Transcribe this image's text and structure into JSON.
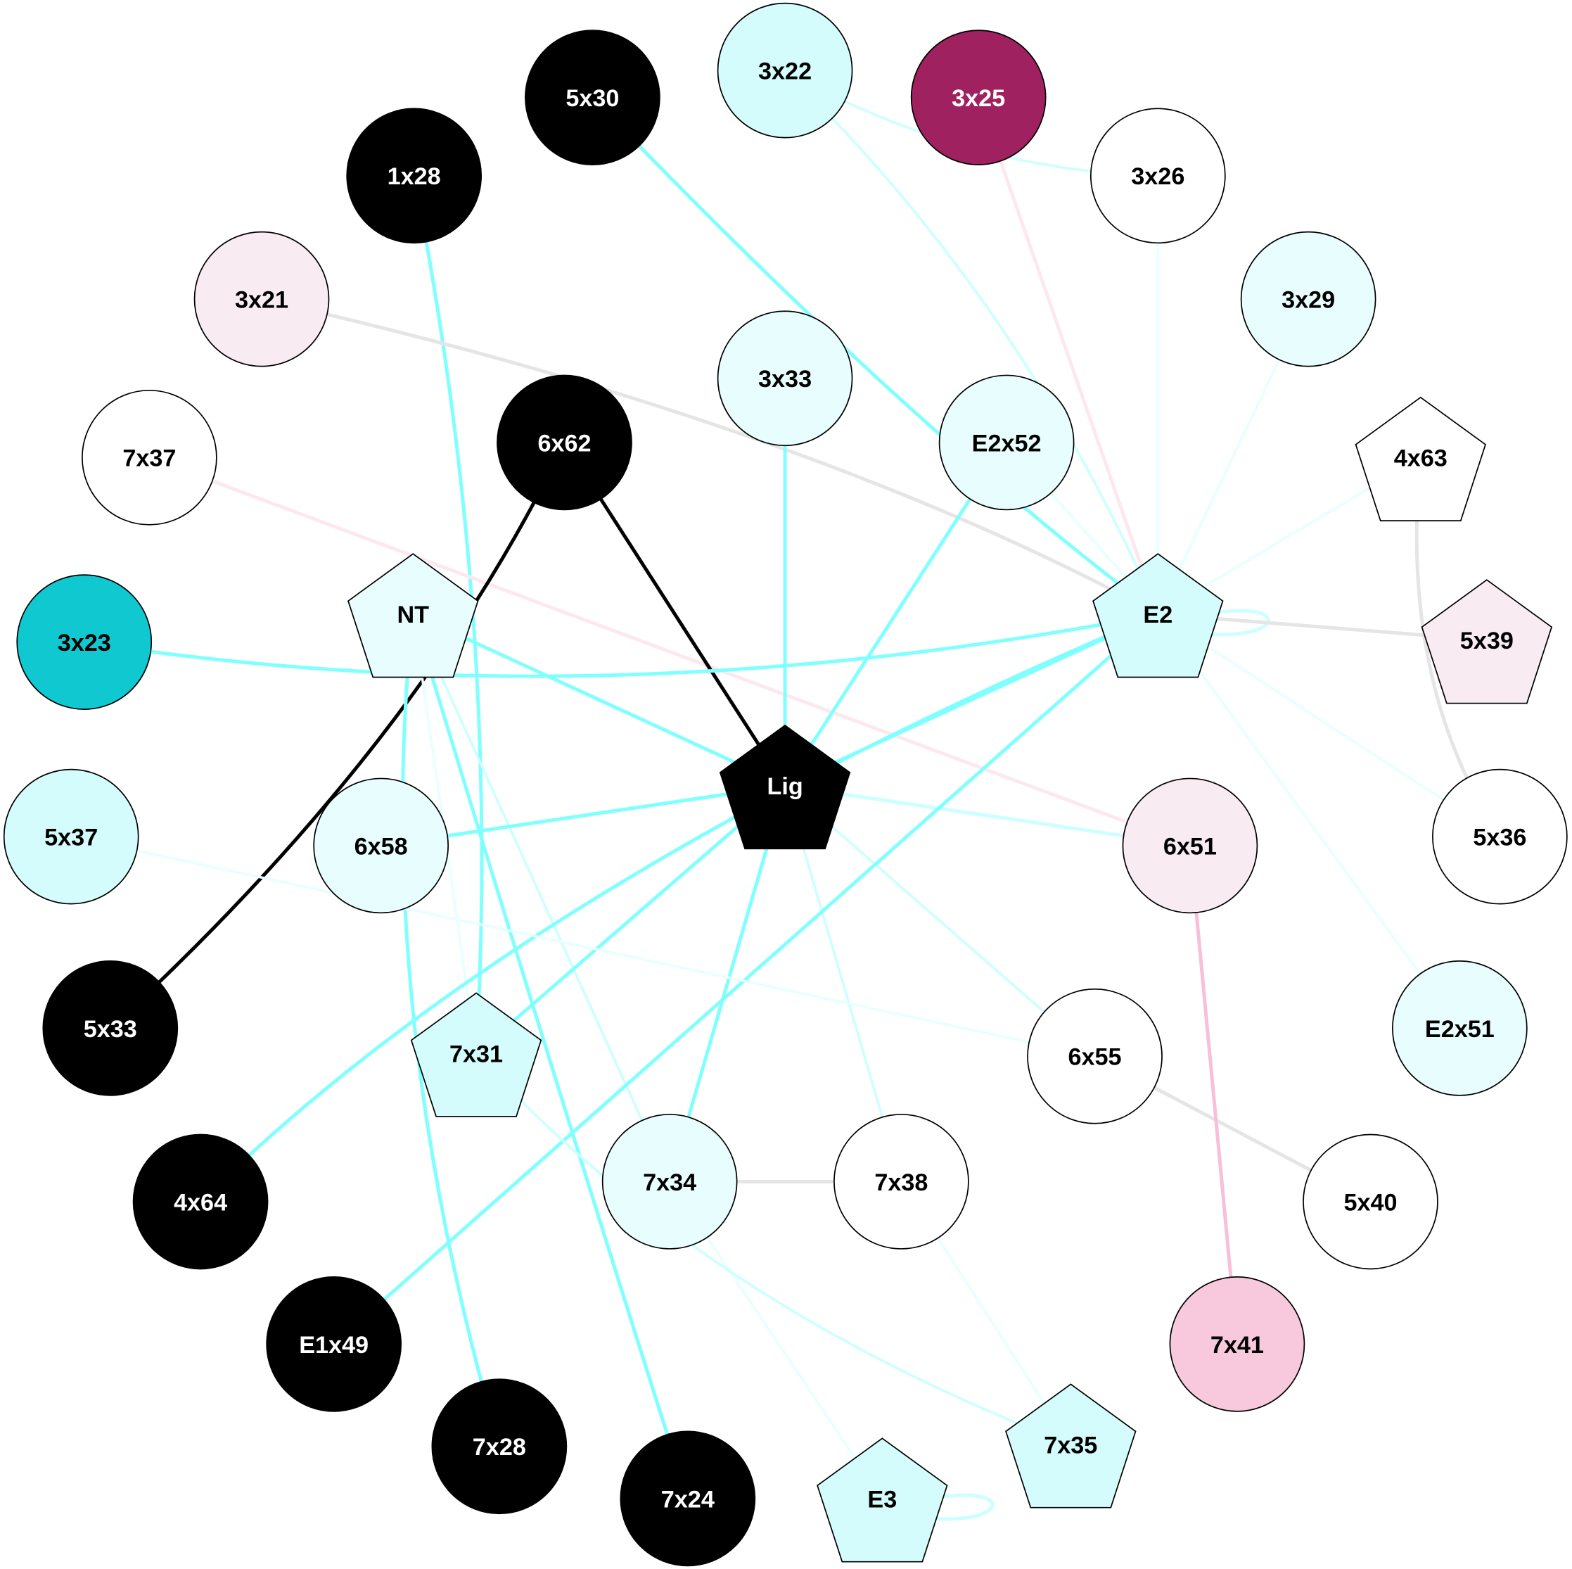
{
  "colors": {
    "cyan_strong": "#80ffff",
    "cyan_light": "#ccffff",
    "cyan_faint": "#e6ffff",
    "gray": "#e5e5e5",
    "black": "#000000",
    "pink_faint": "#fce8ee",
    "pink": "#f8c0d8"
  },
  "nodes": [
    {
      "id": "3x22",
      "label": "3x22",
      "shape": "circle",
      "fill": "#d4fcfc",
      "text": "#000"
    },
    {
      "id": "3x25",
      "label": "3x25",
      "shape": "circle",
      "fill": "#a0215f",
      "text": "#fff"
    },
    {
      "id": "5x30",
      "label": "5x30",
      "shape": "circle",
      "fill": "#000000",
      "text": "#fff"
    },
    {
      "id": "1x28",
      "label": "1x28",
      "shape": "circle",
      "fill": "#000000",
      "text": "#fff"
    },
    {
      "id": "3x26",
      "label": "3x26",
      "shape": "circle",
      "fill": "#ffffff",
      "text": "#000"
    },
    {
      "id": "3x21",
      "label": "3x21",
      "shape": "circle",
      "fill": "#f9ebf2",
      "text": "#000"
    },
    {
      "id": "3x29",
      "label": "3x29",
      "shape": "circle",
      "fill": "#e8fefe",
      "text": "#000"
    },
    {
      "id": "3x33",
      "label": "3x33",
      "shape": "circle",
      "fill": "#e8fefe",
      "text": "#000"
    },
    {
      "id": "6x62",
      "label": "6x62",
      "shape": "circle",
      "fill": "#000000",
      "text": "#fff"
    },
    {
      "id": "E2x52",
      "label": "E2x52",
      "shape": "circle",
      "fill": "#e8fefe",
      "text": "#000"
    },
    {
      "id": "7x37",
      "label": "7x37",
      "shape": "circle",
      "fill": "#ffffff",
      "text": "#000"
    },
    {
      "id": "4x63",
      "label": "4x63",
      "shape": "pentagon",
      "fill": "#ffffff",
      "text": "#000"
    },
    {
      "id": "NT",
      "label": "NT",
      "shape": "pentagon",
      "fill": "#e8fefe",
      "text": "#000"
    },
    {
      "id": "E2",
      "label": "E2",
      "shape": "pentagon",
      "fill": "#d4fcfc",
      "text": "#000"
    },
    {
      "id": "3x23",
      "label": "3x23",
      "shape": "circle",
      "fill": "#10c8d0",
      "text": "#000"
    },
    {
      "id": "5x39",
      "label": "5x39",
      "shape": "pentagon",
      "fill": "#f9ebf2",
      "text": "#000"
    },
    {
      "id": "Lig",
      "label": "Lig",
      "shape": "pentagon",
      "fill": "#000000",
      "text": "#fff"
    },
    {
      "id": "5x37",
      "label": "5x37",
      "shape": "circle",
      "fill": "#d4fcfc",
      "text": "#000"
    },
    {
      "id": "6x58",
      "label": "6x58",
      "shape": "circle",
      "fill": "#e8fefe",
      "text": "#000"
    },
    {
      "id": "6x51",
      "label": "6x51",
      "shape": "circle",
      "fill": "#f9ebf2",
      "text": "#000"
    },
    {
      "id": "5x36",
      "label": "5x36",
      "shape": "circle",
      "fill": "#ffffff",
      "text": "#000"
    },
    {
      "id": "5x33",
      "label": "5x33",
      "shape": "circle",
      "fill": "#000000",
      "text": "#fff"
    },
    {
      "id": "7x31",
      "label": "7x31",
      "shape": "pentagon",
      "fill": "#d4fcfc",
      "text": "#000"
    },
    {
      "id": "6x55",
      "label": "6x55",
      "shape": "circle",
      "fill": "#ffffff",
      "text": "#000"
    },
    {
      "id": "E2x51",
      "label": "E2x51",
      "shape": "circle",
      "fill": "#e8fefe",
      "text": "#000"
    },
    {
      "id": "4x64",
      "label": "4x64",
      "shape": "circle",
      "fill": "#000000",
      "text": "#fff"
    },
    {
      "id": "7x34",
      "label": "7x34",
      "shape": "circle",
      "fill": "#e8fefe",
      "text": "#000"
    },
    {
      "id": "7x38",
      "label": "7x38",
      "shape": "circle",
      "fill": "#ffffff",
      "text": "#000"
    },
    {
      "id": "5x40",
      "label": "5x40",
      "shape": "circle",
      "fill": "#ffffff",
      "text": "#000"
    },
    {
      "id": "E1x49",
      "label": "E1x49",
      "shape": "circle",
      "fill": "#000000",
      "text": "#fff"
    },
    {
      "id": "7x41",
      "label": "7x41",
      "shape": "circle",
      "fill": "#f8c8dc",
      "text": "#000"
    },
    {
      "id": "7x28",
      "label": "7x28",
      "shape": "circle",
      "fill": "#000000",
      "text": "#fff"
    },
    {
      "id": "7x35",
      "label": "7x35",
      "shape": "pentagon",
      "fill": "#d4fcfc",
      "text": "#000"
    },
    {
      "id": "7x24",
      "label": "7x24",
      "shape": "circle",
      "fill": "#000000",
      "text": "#fff"
    },
    {
      "id": "E3",
      "label": "E3",
      "shape": "pentagon",
      "fill": "#d4fcfc",
      "text": "#000"
    }
  ],
  "edges": [
    {
      "from": "5x30",
      "to": "E2",
      "color": "cyan_strong",
      "weight": "strong"
    },
    {
      "from": "1x28",
      "to": "7x31",
      "color": "cyan_strong",
      "weight": "strong"
    },
    {
      "from": "3x21",
      "to": "E2",
      "color": "gray",
      "weight": "strong"
    },
    {
      "from": "7x37",
      "to": "6x51",
      "color": "pink_faint",
      "weight": "strong"
    },
    {
      "from": "3x22",
      "to": "E2",
      "color": "cyan_light",
      "weight": "light"
    },
    {
      "from": "3x22",
      "to": "3x26",
      "color": "cyan_light",
      "weight": "light"
    },
    {
      "from": "3x25",
      "to": "E2",
      "color": "pink_faint",
      "weight": "strong"
    },
    {
      "from": "3x26",
      "to": "E2",
      "color": "cyan_faint",
      "weight": "light"
    },
    {
      "from": "3x29",
      "to": "E2",
      "color": "cyan_faint",
      "weight": "light"
    },
    {
      "from": "3x33",
      "to": "Lig",
      "color": "cyan_strong",
      "weight": "strong"
    },
    {
      "from": "6x62",
      "to": "Lig",
      "color": "black",
      "weight": "strong"
    },
    {
      "from": "6x62",
      "to": "5x33",
      "color": "black",
      "weight": "strong"
    },
    {
      "from": "E2x52",
      "to": "Lig",
      "color": "cyan_strong",
      "weight": "strong"
    },
    {
      "from": "E2x52",
      "to": "E2",
      "color": "cyan_faint",
      "weight": "light"
    },
    {
      "from": "4x63",
      "to": "E2",
      "color": "cyan_faint",
      "weight": "light"
    },
    {
      "from": "4x63",
      "to": "5x36",
      "color": "gray",
      "weight": "strong"
    },
    {
      "from": "3x23",
      "to": "E2",
      "color": "cyan_strong",
      "weight": "strong"
    },
    {
      "from": "E2",
      "to": "E2",
      "color": "cyan_light",
      "weight": "strong"
    },
    {
      "from": "E2",
      "to": "5x39",
      "color": "gray",
      "weight": "strong"
    },
    {
      "from": "NT",
      "to": "Lig",
      "color": "cyan_strong",
      "weight": "strong"
    },
    {
      "from": "NT",
      "to": "7x24",
      "color": "cyan_strong",
      "weight": "strong"
    },
    {
      "from": "NT",
      "to": "7x28",
      "color": "cyan_strong",
      "weight": "strong"
    },
    {
      "from": "NT",
      "to": "7x34",
      "color": "cyan_light",
      "weight": "light"
    },
    {
      "from": "NT",
      "to": "7x31",
      "color": "cyan_faint",
      "weight": "light"
    },
    {
      "from": "Lig",
      "to": "E2",
      "color": "cyan_strong",
      "weight": "strong"
    },
    {
      "from": "Lig",
      "to": "6x58",
      "color": "cyan_strong",
      "weight": "strong"
    },
    {
      "from": "Lig",
      "to": "7x31",
      "color": "cyan_strong",
      "weight": "strong"
    },
    {
      "from": "Lig",
      "to": "7x34",
      "color": "cyan_strong",
      "weight": "strong"
    },
    {
      "from": "Lig",
      "to": "6x51",
      "color": "cyan_light",
      "weight": "strong"
    },
    {
      "from": "Lig",
      "to": "6x55",
      "color": "cyan_light",
      "weight": "light"
    },
    {
      "from": "Lig",
      "to": "7x38",
      "color": "cyan_light",
      "weight": "light"
    },
    {
      "from": "E2",
      "to": "4x64",
      "color": "cyan_strong",
      "weight": "strong"
    },
    {
      "from": "E2",
      "to": "E1x49",
      "color": "cyan_strong",
      "weight": "strong"
    },
    {
      "from": "E2",
      "to": "5x36",
      "color": "cyan_faint",
      "weight": "light"
    },
    {
      "from": "E2",
      "to": "E2x51",
      "color": "cyan_faint",
      "weight": "light"
    },
    {
      "from": "5x37",
      "to": "6x55",
      "color": "cyan_faint",
      "weight": "light"
    },
    {
      "from": "6x55",
      "to": "5x40",
      "color": "gray",
      "weight": "strong"
    },
    {
      "from": "7x34",
      "to": "7x38",
      "color": "gray",
      "weight": "strong"
    },
    {
      "from": "7x34",
      "to": "E3",
      "color": "cyan_faint",
      "weight": "light"
    },
    {
      "from": "6x51",
      "to": "7x41",
      "color": "pink",
      "weight": "strong"
    },
    {
      "from": "7x31",
      "to": "7x35",
      "color": "cyan_light",
      "weight": "light"
    },
    {
      "from": "7x38",
      "to": "7x35",
      "color": "cyan_faint",
      "weight": "light"
    },
    {
      "from": "E3",
      "to": "E3",
      "color": "cyan_light",
      "weight": "strong"
    }
  ]
}
